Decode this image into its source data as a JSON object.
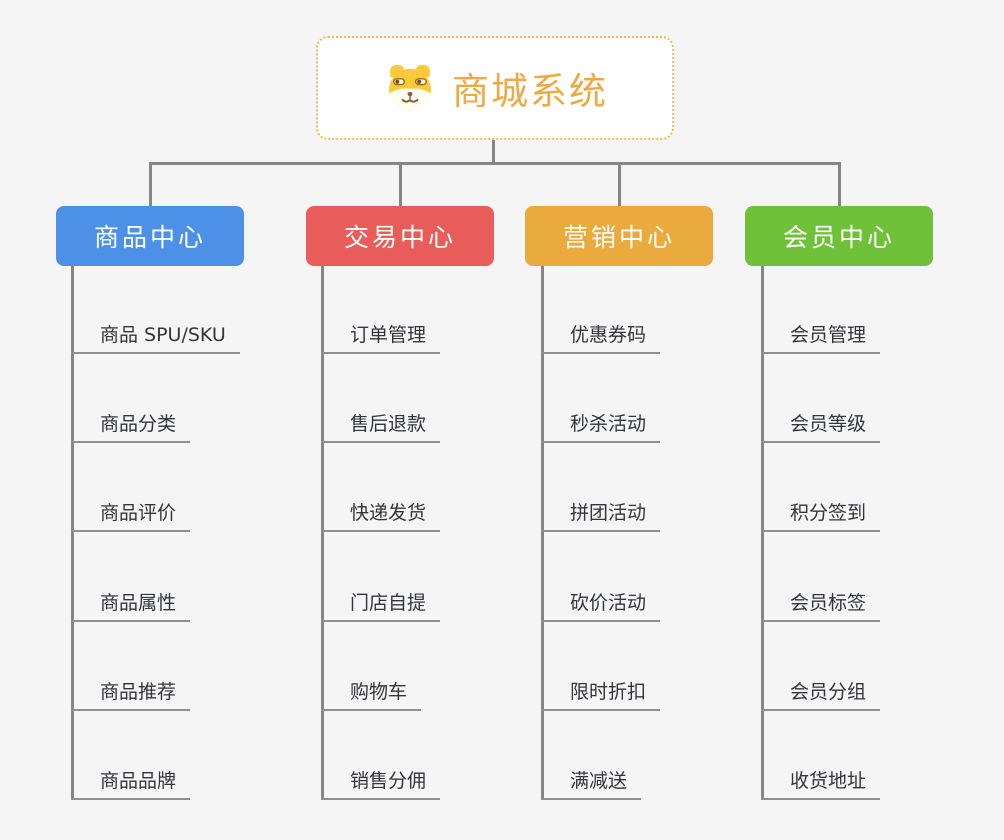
{
  "root": {
    "title": "商城系统",
    "icon": "dog-mascot-icon",
    "accent_color": "#efa943",
    "border_color": "#f2b54d"
  },
  "connector_color": "#868686",
  "background_color": "#f5f5f6",
  "leaf_text_color": "#32353a",
  "branches": [
    {
      "label": "商品中心",
      "color": "#4d90e8",
      "items": [
        "商品 SPU/SKU",
        "商品分类",
        "商品评价",
        "商品属性",
        "商品推荐",
        "商品品牌"
      ]
    },
    {
      "label": "交易中心",
      "color": "#e85c59",
      "items": [
        "订单管理",
        "售后退款",
        "快递发货",
        "门店自提",
        "购物车",
        "销售分佣"
      ]
    },
    {
      "label": "营销中心",
      "color": "#ebaa3e",
      "items": [
        "优惠券码",
        "秒杀活动",
        "拼团活动",
        "砍价活动",
        "限时折扣",
        "满减送"
      ]
    },
    {
      "label": "会员中心",
      "color": "#6fc13a",
      "items": [
        "会员管理",
        "会员等级",
        "积分签到",
        "会员标签",
        "会员分组",
        "收货地址"
      ]
    }
  ]
}
